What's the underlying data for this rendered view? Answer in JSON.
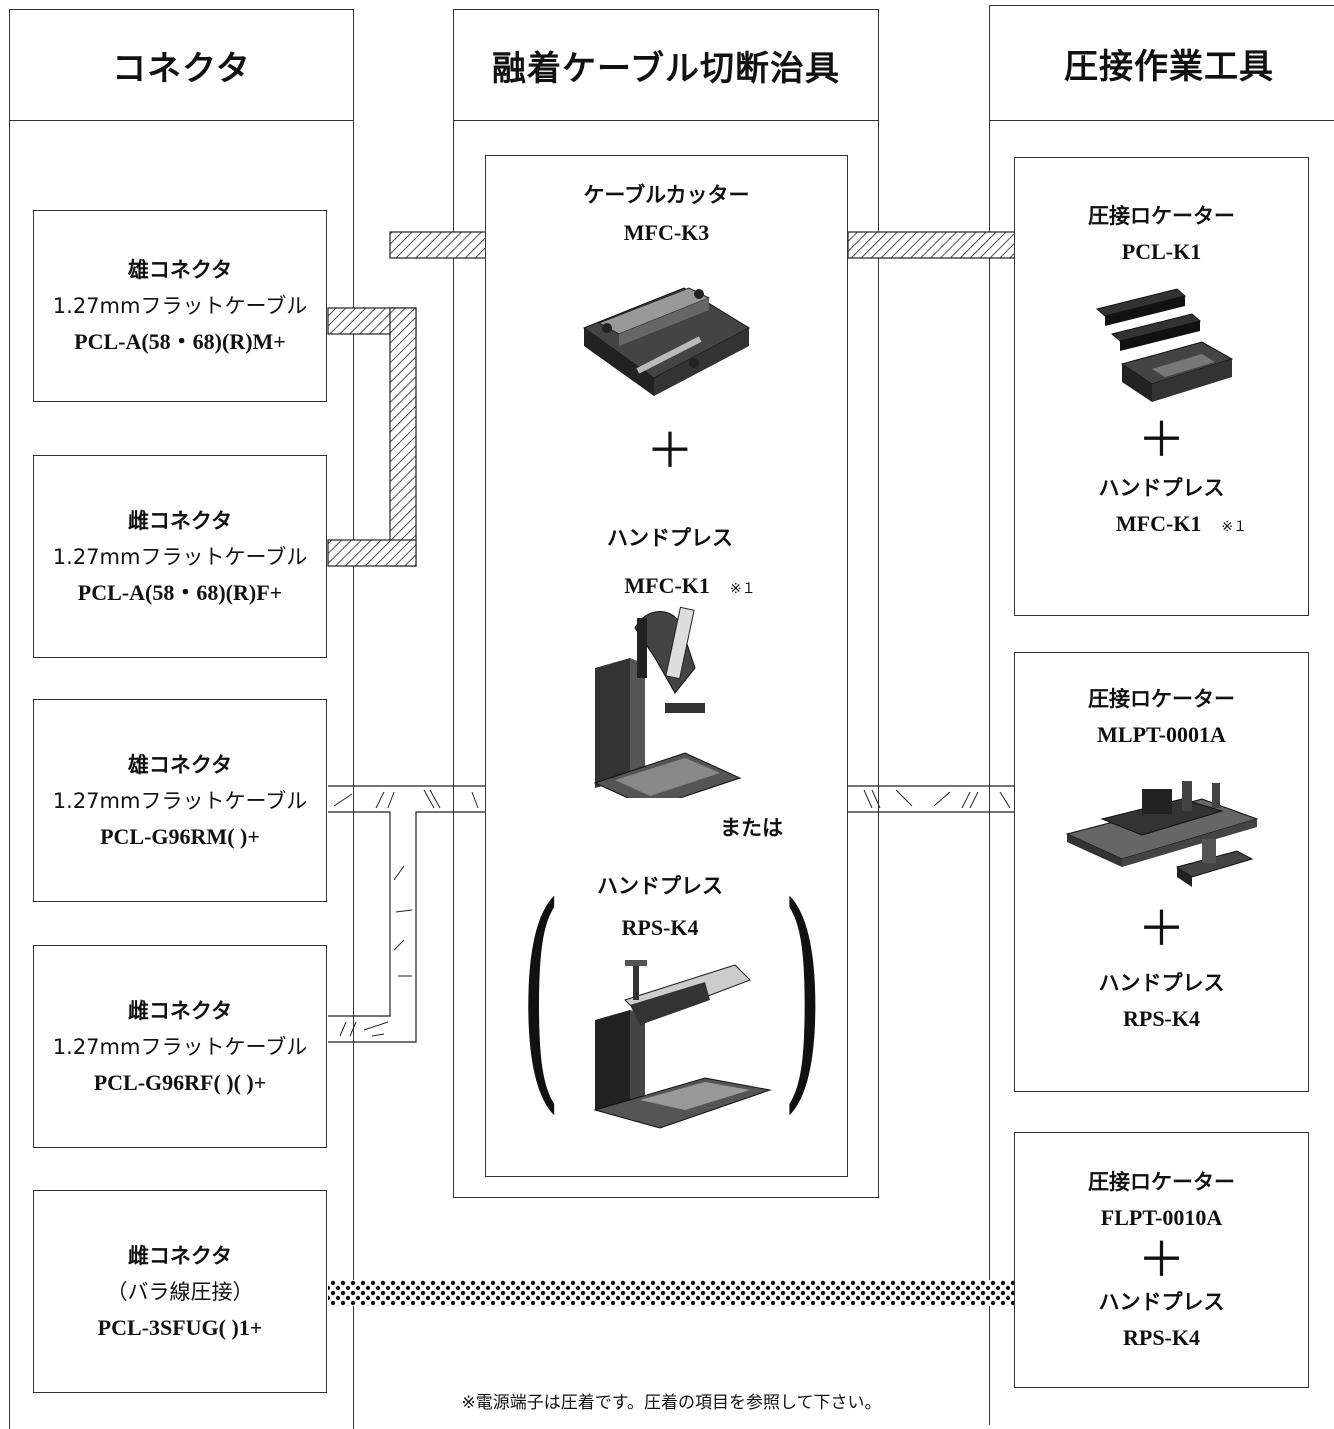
{
  "headers": {
    "connector": "コネクタ",
    "cutter": "融着ケーブル切断治具",
    "crimp": "圧接作業工具"
  },
  "connectors": [
    {
      "type": "雄コネクタ",
      "cable": "1.27mmフラットケーブル",
      "code": "PCL-A(58・68)(R)M+"
    },
    {
      "type": "雌コネクタ",
      "cable": "1.27mmフラットケーブル",
      "code": "PCL-A(58・68)(R)F+"
    },
    {
      "type": "雄コネクタ",
      "cable": "1.27mmフラットケーブル",
      "code": "PCL-G96RM(  )+"
    },
    {
      "type": "雌コネクタ",
      "cable": "1.27mmフラットケーブル",
      "code": "PCL-G96RF(  )(  )+"
    },
    {
      "type": "雌コネクタ",
      "cable": "（バラ線圧接）",
      "code": "PCL-3SFUG(  )1+"
    }
  ],
  "cutter": {
    "cutter_name": "ケーブルカッター",
    "cutter_code": "MFC-K3",
    "plus": "＋",
    "press1_name": "ハンドプレス",
    "press1_code": "MFC-K1",
    "press1_mark": "※１",
    "or": "または",
    "press2_name": "ハンドプレス",
    "press2_code": "RPS-K4",
    "paren_left": "(",
    "paren_right": ")"
  },
  "tools": [
    {
      "name": "圧接ロケーター",
      "code": "PCL-K1",
      "plus": "＋",
      "press_name": "ハンドプレス",
      "press_code": "MFC-K1",
      "mark": "※１"
    },
    {
      "name": "圧接ロケーター",
      "code": "MLPT-0001A",
      "plus": "＋",
      "press_name": "ハンドプレス",
      "press_code": "RPS-K4"
    },
    {
      "name": "圧接ロケーター",
      "code": "FLPT-0010A",
      "plus": "＋",
      "press_name": "ハンドプレス",
      "press_code": "RPS-K4"
    }
  ],
  "footnote": "※電源端子は圧着です。圧着の項目を参照して下さい。",
  "icons": [
    "cable-cutter-photo",
    "hand-press-photo",
    "locator-photo"
  ]
}
